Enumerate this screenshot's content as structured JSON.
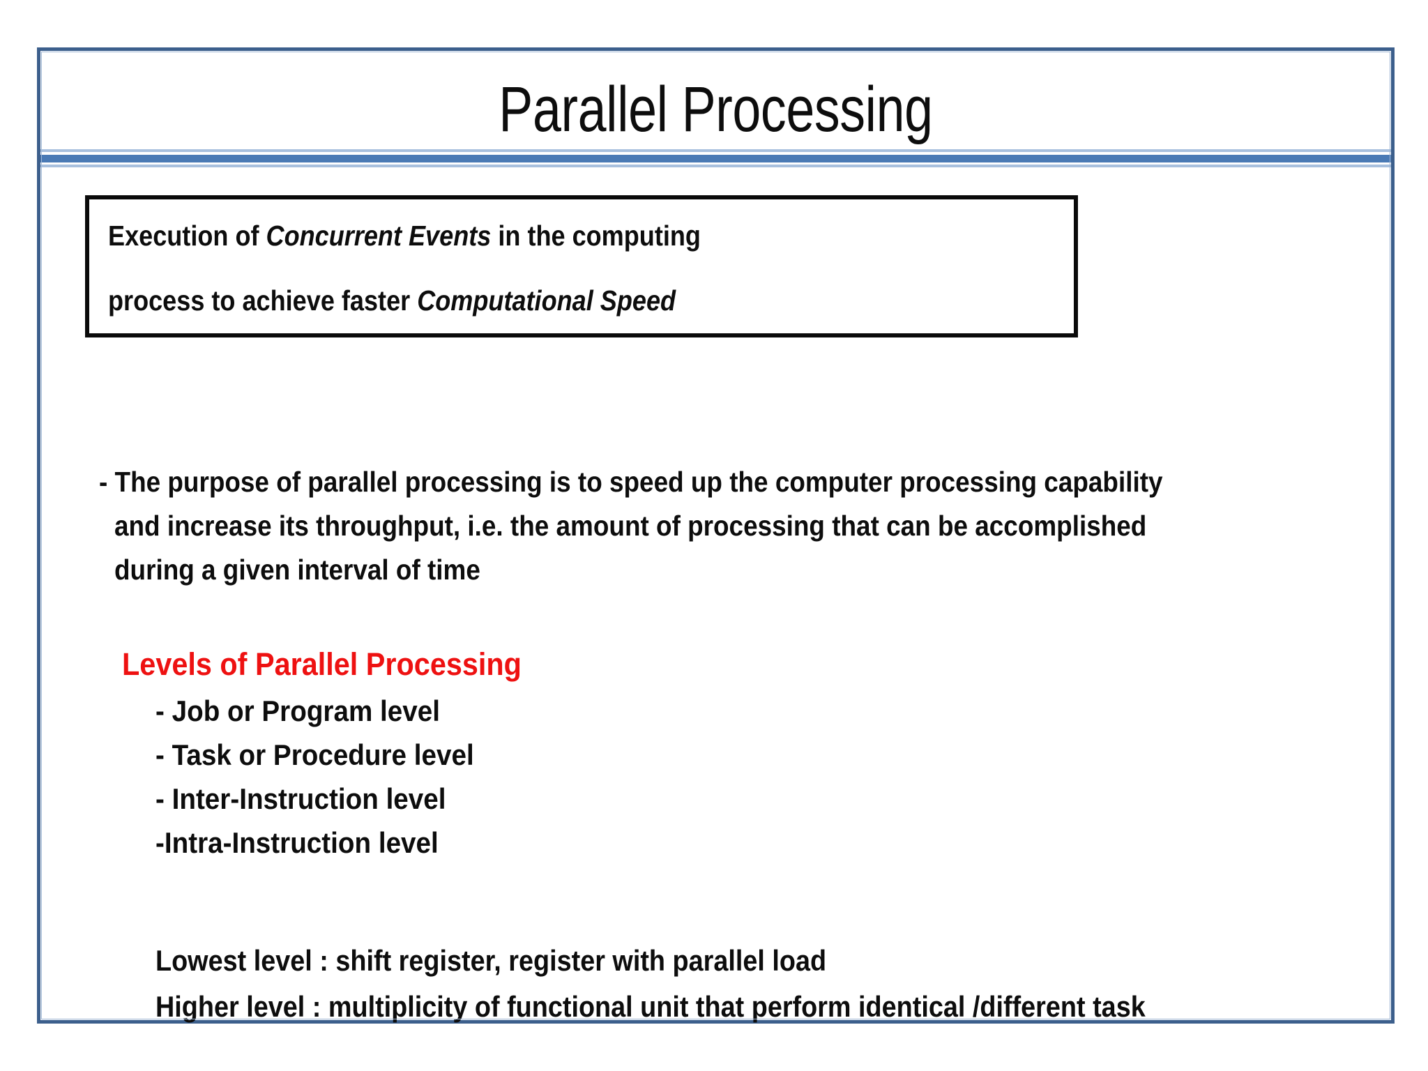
{
  "slide": {
    "title": "Parallel Processing",
    "frame_color": "#3c5f8c",
    "divider_color": "#4a7ab5",
    "divider_light_color": "#a8c0de"
  },
  "statement_box": {
    "line1_pre": "Execution of ",
    "line1_em": "Concurrent Events",
    "line1_post": "  in the computing",
    "line2_pre": "process to achieve faster ",
    "line2_em": "Computational Speed",
    "line2_post": ""
  },
  "purpose": {
    "lines": [
      "-  The purpose of parallel processing is to speed up the computer processing capability",
      "and increase its throughput, i.e. the amount of processing that can be accomplished",
      "during a given interval of time"
    ]
  },
  "levels": {
    "heading": "Levels of Parallel Processing",
    "heading_color": "#ee1111",
    "items": [
      "- Job or Program level",
      "- Task or Procedure level",
      "- Inter-Instruction level",
      "-Intra-Instruction level"
    ]
  },
  "notes": {
    "lines": [
      "Lowest level : shift register, register with parallel load",
      "Higher level : multiplicity of functional unit that perform identical /different task"
    ]
  }
}
